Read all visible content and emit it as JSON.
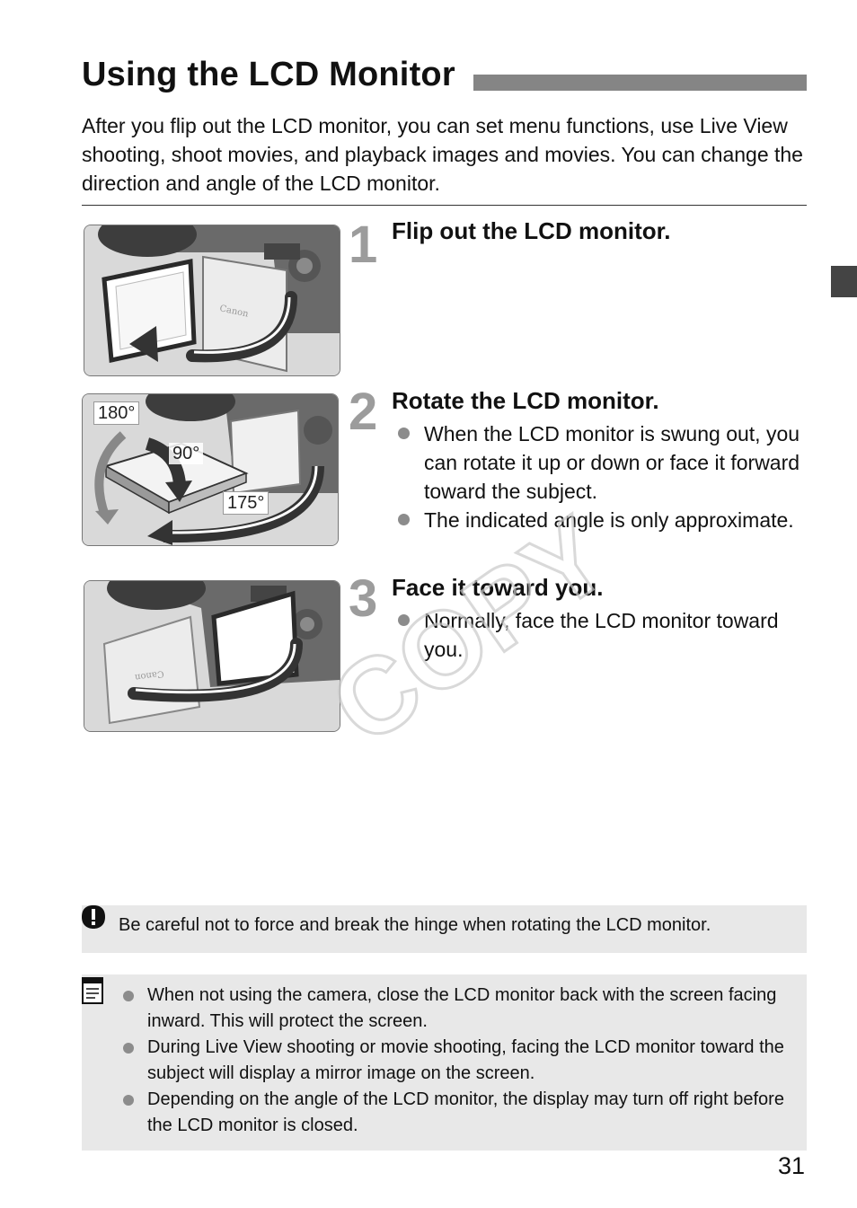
{
  "page": {
    "title": "Using the LCD Monitor",
    "intro": "After you flip out the LCD monitor, you can set menu functions, use Live View shooting, shoot movies, and playback images and movies. You can change the direction and angle of the LCD monitor.",
    "page_number": "31",
    "watermark": "COPY"
  },
  "steps": [
    {
      "number": "1",
      "title": "Flip out the LCD monitor.",
      "bullets": []
    },
    {
      "number": "2",
      "title": "Rotate the LCD monitor.",
      "bullets": [
        "When the LCD monitor is swung out, you can rotate it up or down or face it forward toward the subject.",
        "The indicated angle is only approximate."
      ],
      "angle_labels": [
        "180°",
        "90°",
        "175°"
      ]
    },
    {
      "number": "3",
      "title": "Face it toward you.",
      "bullets": [
        "Normally, face the LCD monitor toward you."
      ]
    }
  ],
  "caution": {
    "icon": "caution-icon",
    "text": "Be careful not to force and break the hinge when rotating the LCD monitor."
  },
  "notes": {
    "icon": "memo-icon",
    "items": [
      "When not using the camera, close the LCD monitor back with the screen facing inward. This will protect the screen.",
      "During Live View shooting or movie shooting, facing the LCD monitor toward the subject will display a mirror image on the screen.",
      "Depending on the angle of the LCD monitor, the display may turn off right before the LCD monitor is closed."
    ]
  },
  "camera_brand": "Canon",
  "colors": {
    "title_bar": "#858585",
    "step_number": "#9c9c9c",
    "box_background": "#e8e8e8",
    "side_tab": "#444444"
  }
}
